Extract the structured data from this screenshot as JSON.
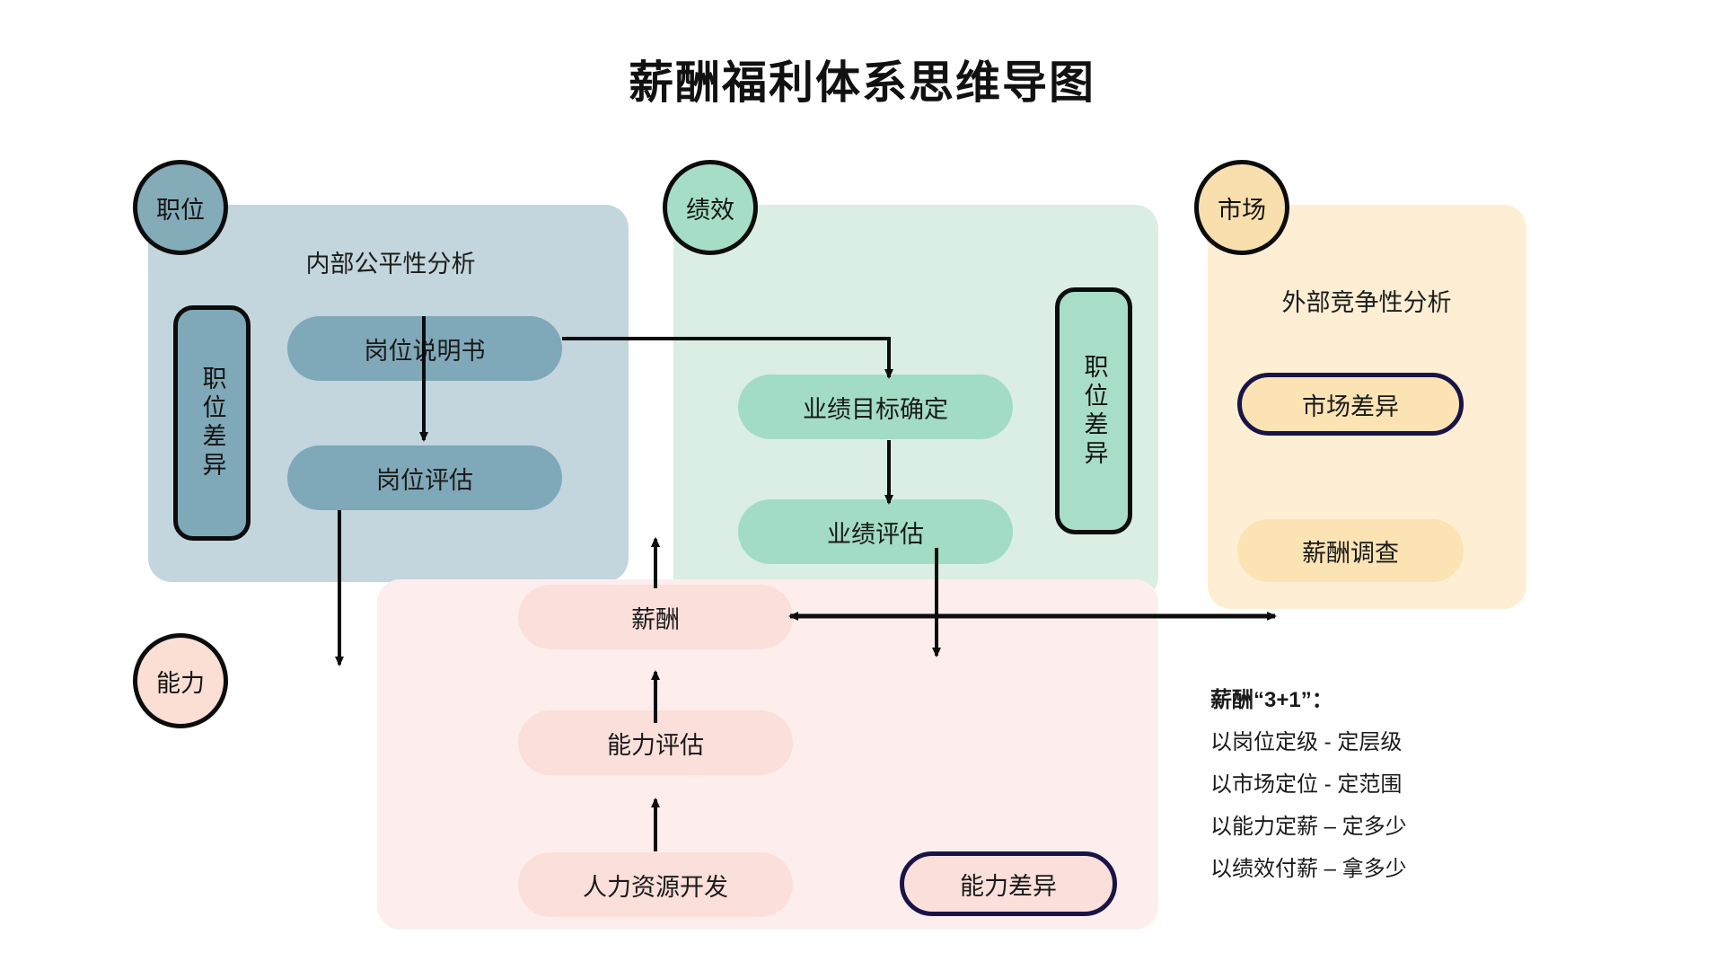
{
  "page": {
    "title": "薪酬福利体系思维导图",
    "background": "#ffffff"
  },
  "colors": {
    "panel_blue": "#c3d6dd",
    "panel_green": "#daeee4",
    "panel_orange": "#fdeed4",
    "panel_pink": "#fdeeed",
    "node_blue": "#7fa8b8",
    "node_green": "#a2dcc5",
    "node_orange": "#fbe3b4",
    "node_pink": "#fbdfda",
    "outline_black": "#0c0c0c",
    "outline_navy": "#191447",
    "text": "#1a1a1a"
  },
  "branches": {
    "position": {
      "circle_label": "职位",
      "heading": "内部公平性分析",
      "side_box_label": "职位差异",
      "nodes": [
        {
          "label": "岗位说明书"
        },
        {
          "label": "岗位评估"
        }
      ]
    },
    "performance": {
      "circle_label": "绩效",
      "side_box_label": "职位差异",
      "nodes": [
        {
          "label": "业绩目标确定"
        },
        {
          "label": "业绩评估"
        }
      ]
    },
    "market": {
      "circle_label": "市场",
      "heading": "外部竞争性分析",
      "nodes": [
        {
          "label": "市场差异",
          "outlined": true
        },
        {
          "label": "薪酬调查",
          "outlined": false
        }
      ]
    },
    "capability": {
      "circle_label": "能力",
      "diff_box_label": "能力差异",
      "nodes": [
        {
          "label": "薪酬"
        },
        {
          "label": "能力评估"
        },
        {
          "label": "人力资源开发"
        }
      ]
    }
  },
  "notes": {
    "title": "薪酬“3+1”：",
    "lines": [
      "以岗位定级 - 定层级",
      "以市场定位 - 定范围",
      "以能力定薪 – 定多少",
      "以绩效付薪 – 拿多少"
    ]
  },
  "icons": {
    "arrow_down": "arrow-down-icon",
    "arrow_left": "arrow-left-icon",
    "arrow_right": "arrow-right-icon",
    "arrow_bidirectional": "double-arrow-icon"
  }
}
